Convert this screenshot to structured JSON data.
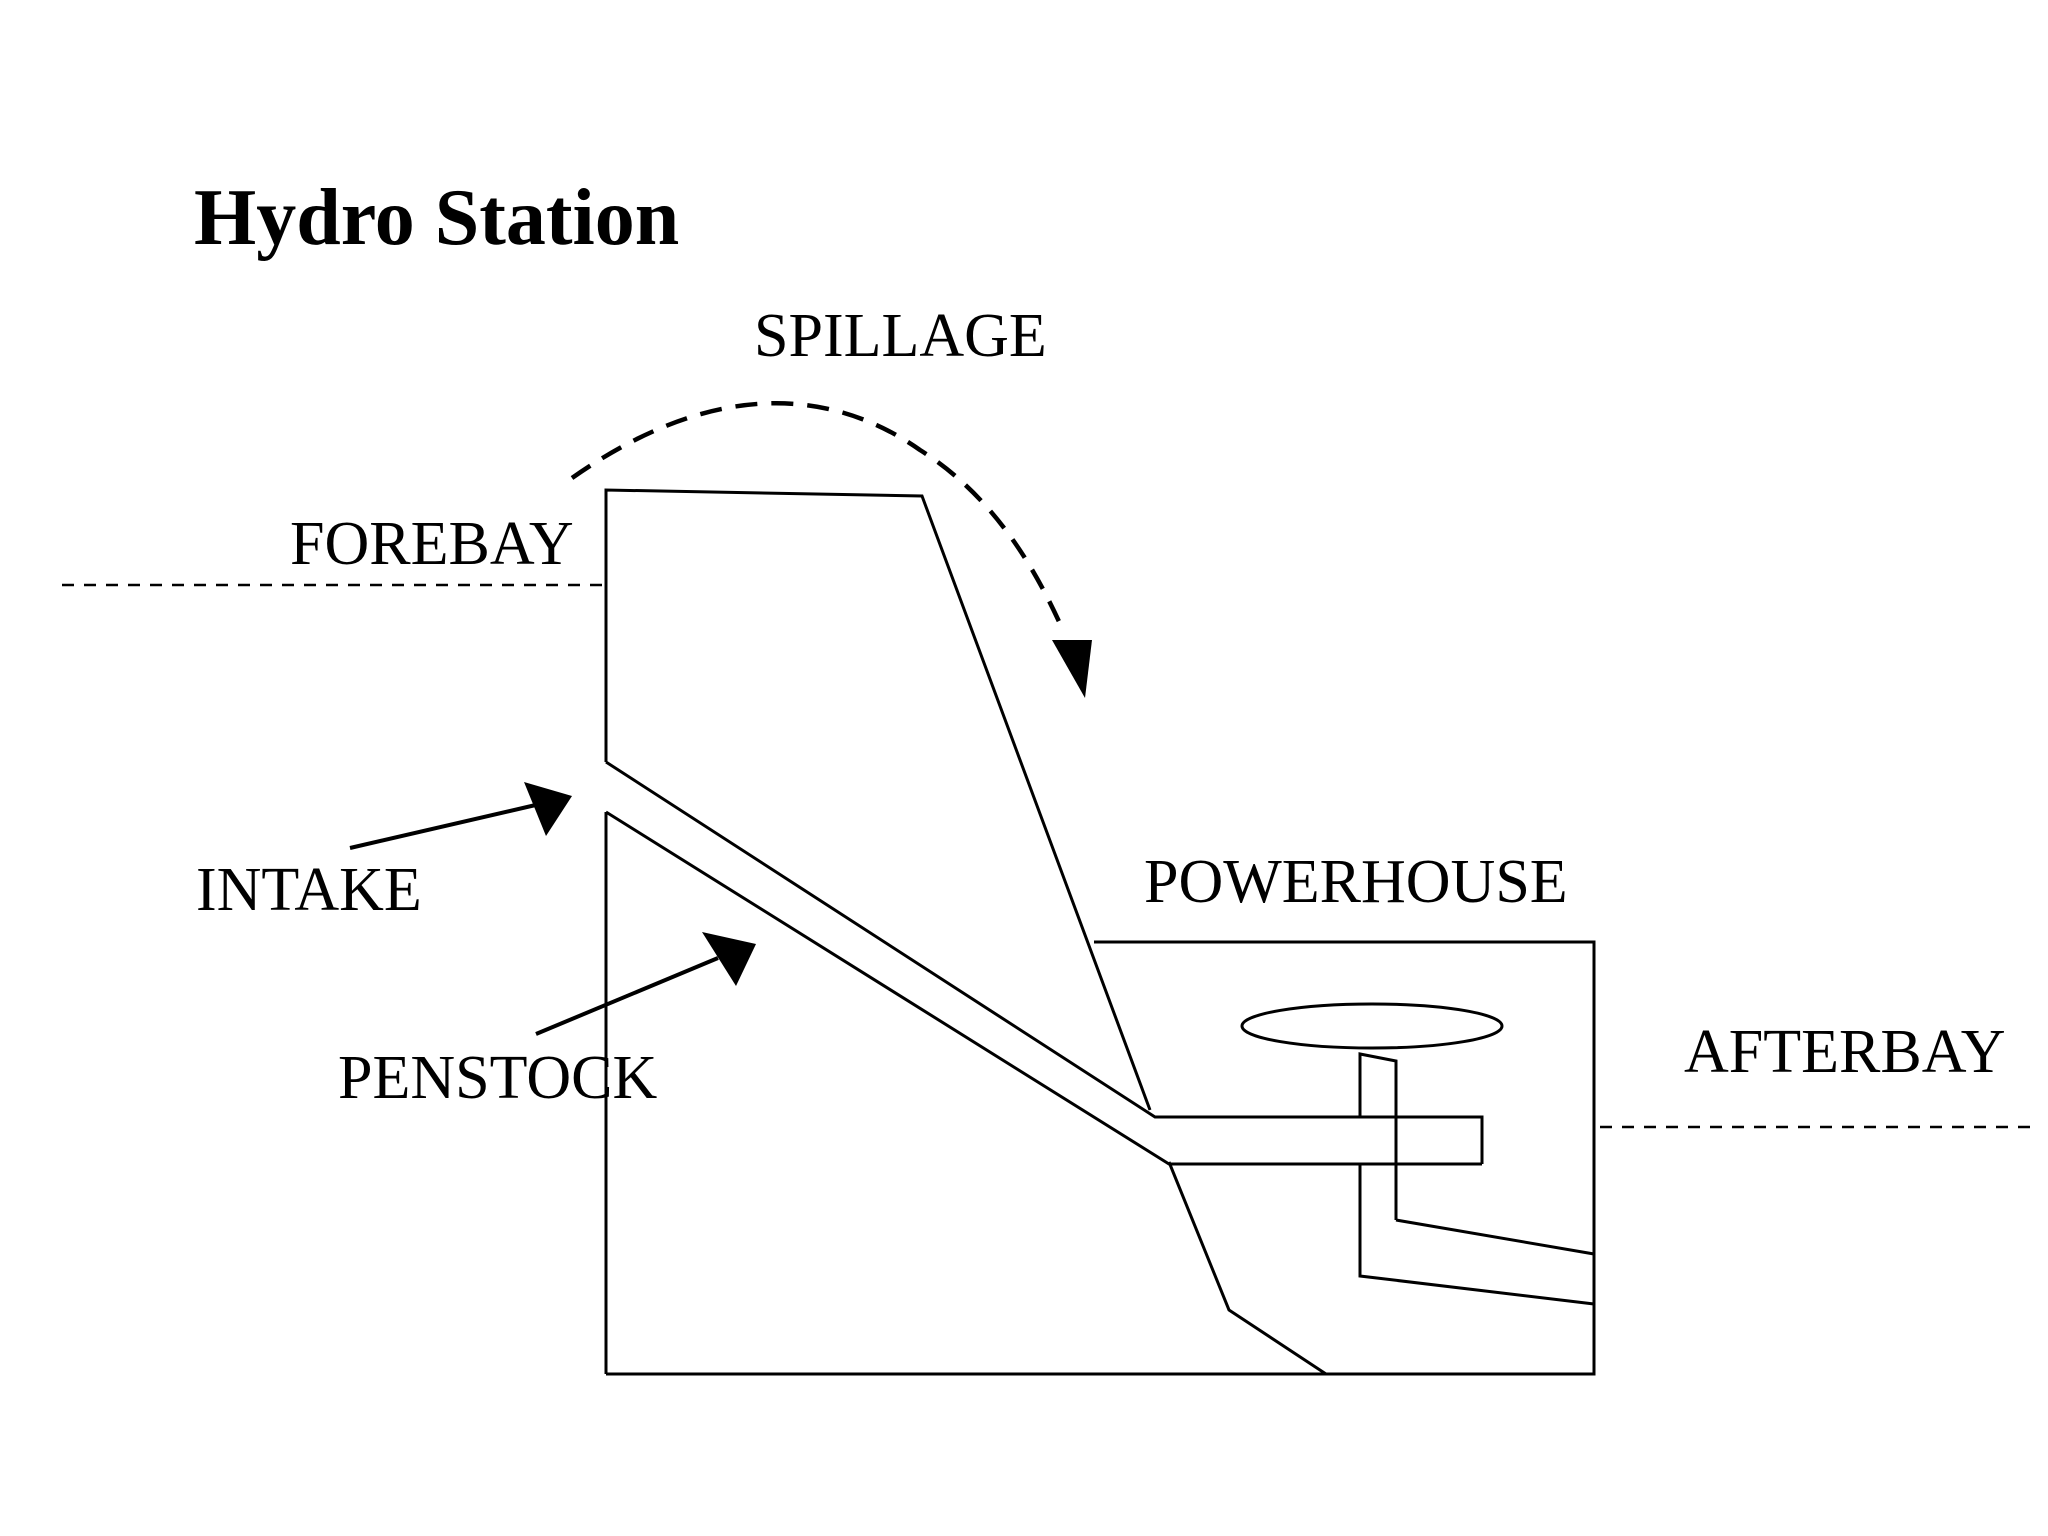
{
  "title": "Hydro Station",
  "labels": {
    "spillage": "SPILLAGE",
    "forebay": "FOREBAY",
    "intake": "INTAKE",
    "penstock": "PENSTOCK",
    "powerhouse": "POWERHOUSE",
    "afterbay": "AFTERBAY"
  },
  "colors": {
    "line": "#000000",
    "background": "#ffffff"
  }
}
